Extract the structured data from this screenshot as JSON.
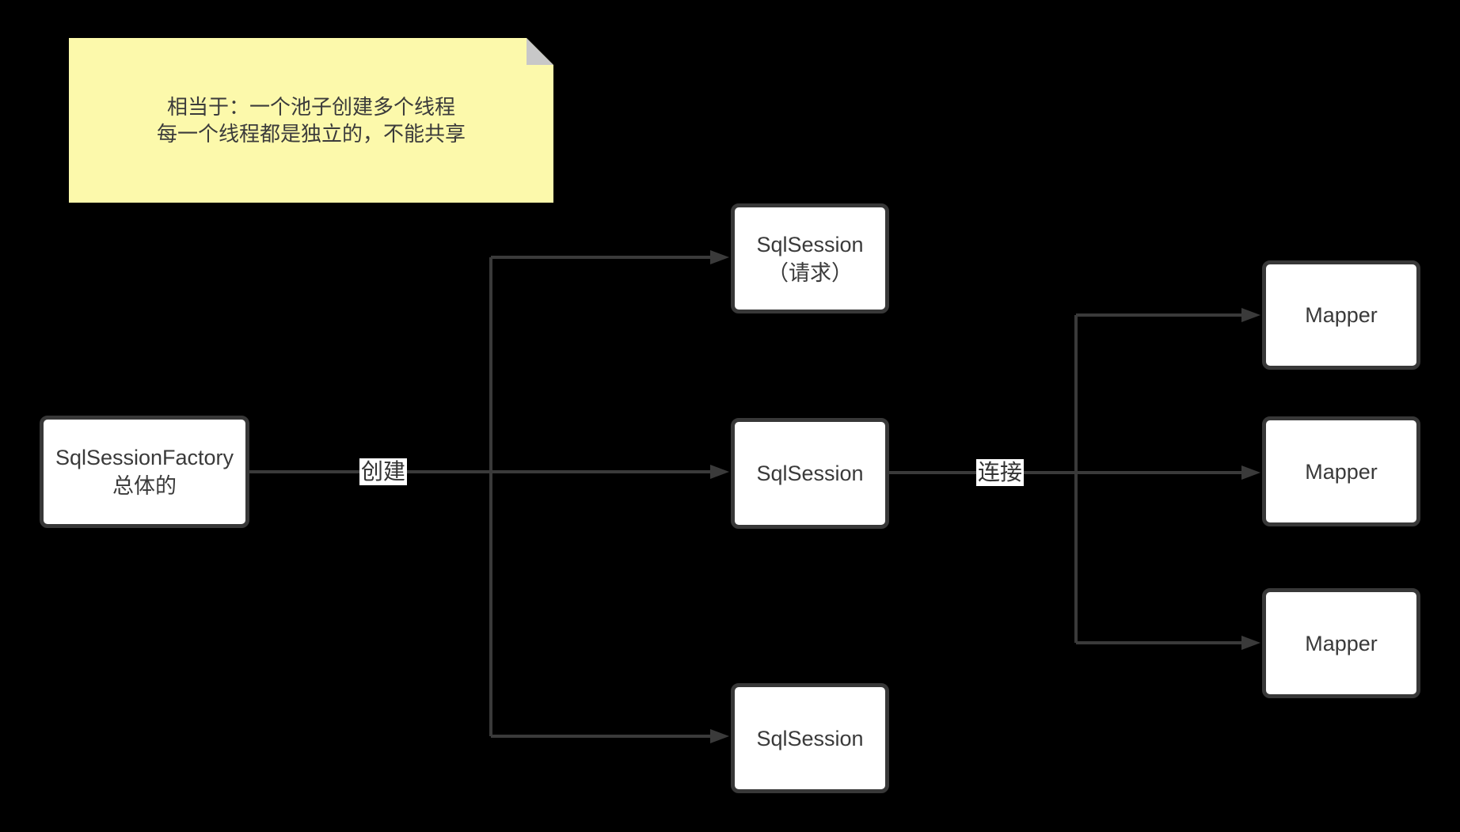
{
  "note": {
    "line1": "相当于：一个池子创建多个线程",
    "line2": "每一个线程都是独立的，不能共享"
  },
  "nodes": {
    "factory": {
      "line1": "SqlSessionFactory",
      "line2": "总体的"
    },
    "session_top": {
      "line1": "SqlSession",
      "line2": "（请求）"
    },
    "session_mid": {
      "line1": "SqlSession"
    },
    "session_bottom": {
      "line1": "SqlSession"
    },
    "mapper_top": {
      "line1": "Mapper"
    },
    "mapper_mid": {
      "line1": "Mapper"
    },
    "mapper_bottom": {
      "line1": "Mapper"
    }
  },
  "edges": {
    "create_label": "创建",
    "connect_label": "连接"
  },
  "colors": {
    "background": "#000000",
    "line": "#3a3a3a",
    "node_border": "#383838",
    "node_fill": "#ffffff",
    "text": "#3a3a3a",
    "note_bg": "#fcf9ab",
    "note_fold": "#c8c8c8",
    "label_bg": "#ffffff"
  }
}
